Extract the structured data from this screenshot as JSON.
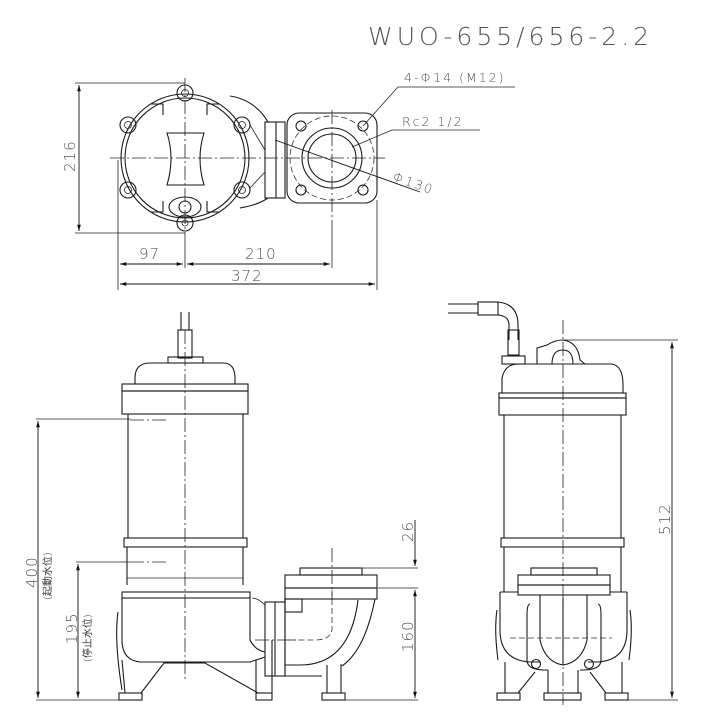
{
  "title": "WUO-655/656-2.2",
  "top_view": {
    "dimensions": {
      "height": "216",
      "left_offset": "97",
      "center_to_discharge": "210",
      "overall_width": "372"
    },
    "callouts": {
      "bolt_holes": "4-Φ14 (M12)",
      "discharge_thread": "Rc2 1/2",
      "flange_pcd": "Φ130"
    }
  },
  "front_view": {
    "dimensions": {
      "start_level": "400",
      "start_level_label": "(起動水位)",
      "stop_level": "195",
      "stop_level_label": "(停止水位)",
      "flange_thickness": "26",
      "discharge_height": "160"
    }
  },
  "side_view": {
    "dimensions": {
      "overall_height": "512"
    }
  },
  "colors": {
    "line": "#1a1a1a",
    "text": "#555555",
    "background": "#ffffff"
  }
}
